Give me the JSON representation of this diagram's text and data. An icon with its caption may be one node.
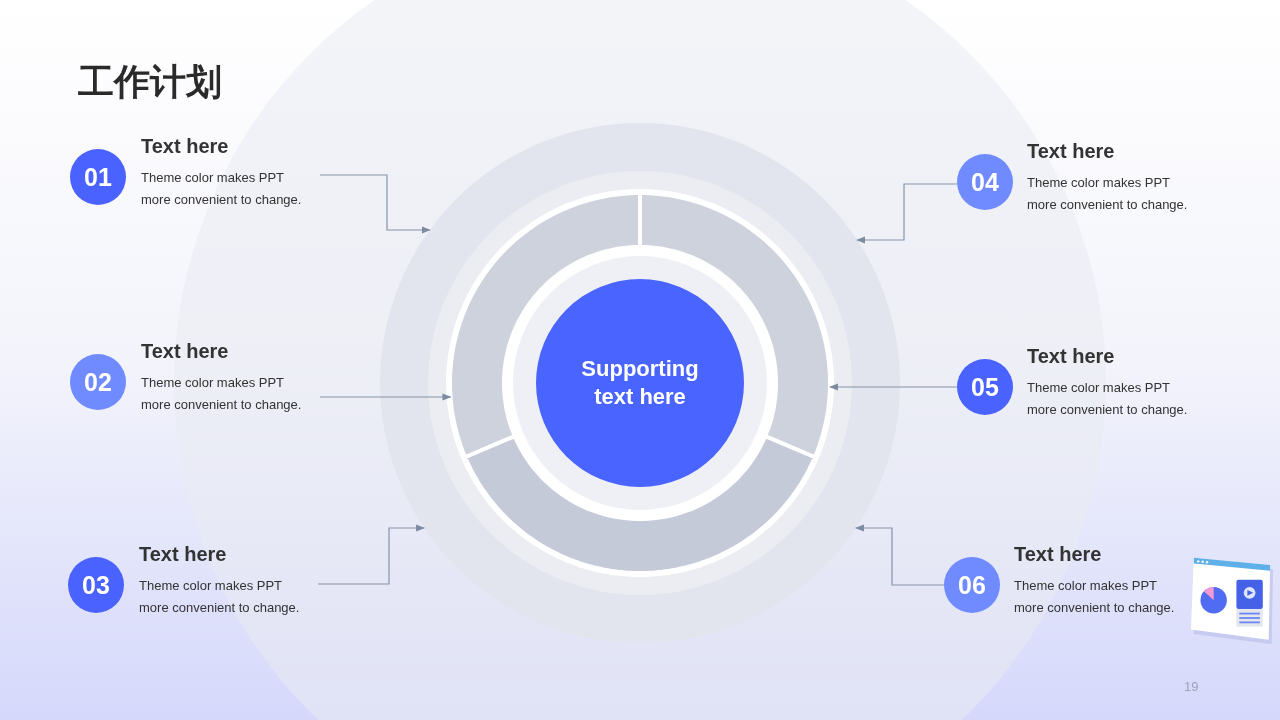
{
  "diagram": {
    "title": "工作计划",
    "nodes": [
      {
        "text": [],
        "shape": "circle"
      },
      {
        "text": [],
        "shape": "arc",
        "in": 0
      },
      {
        "text": [],
        "shape": "arc",
        "in": 0
      },
      {
        "text": [],
        "shape": "arc",
        "in": 0
      },
      {
        "text": [
          "Supporting text here"
        ],
        "in": 0
      },
      {
        "text": [
          "01"
        ],
        "beside": [
          "Text here",
          "Theme color makes PPT more convenient to change."
        ]
      },
      {
        "text": [
          "02"
        ],
        "beside": [
          "Text here",
          "Theme color makes PPT more convenient to change."
        ]
      },
      {
        "text": [
          "03"
        ],
        "beside": [
          "Text here",
          "Theme color makes PPT more convenient to change."
        ]
      },
      {
        "text": [
          "04"
        ],
        "beside": [
          "Text here",
          "Theme color makes PPT more convenient to change."
        ]
      },
      {
        "text": [
          "05"
        ],
        "beside": [
          "Text here",
          "Theme color makes PPT more convenient to change."
        ]
      },
      {
        "text": [
          "06"
        ],
        "beside": [
          "Text here",
          "Theme color makes PPT more convenient to change."
        ]
      }
    ],
    "edges": [
      {
        "from": 5,
        "to": 0,
        "arrow": "to"
      },
      {
        "from": 6,
        "to": 1,
        "arrow": "to"
      },
      {
        "from": 7,
        "to": 0,
        "arrow": "to"
      },
      {
        "from": 8,
        "to": 0,
        "arrow": "to"
      },
      {
        "from": 9,
        "to": 2,
        "arrow": "to"
      },
      {
        "from": 10,
        "to": 0,
        "arrow": "to"
      }
    ],
    "labels": [
      "19"
    ]
  }
}
